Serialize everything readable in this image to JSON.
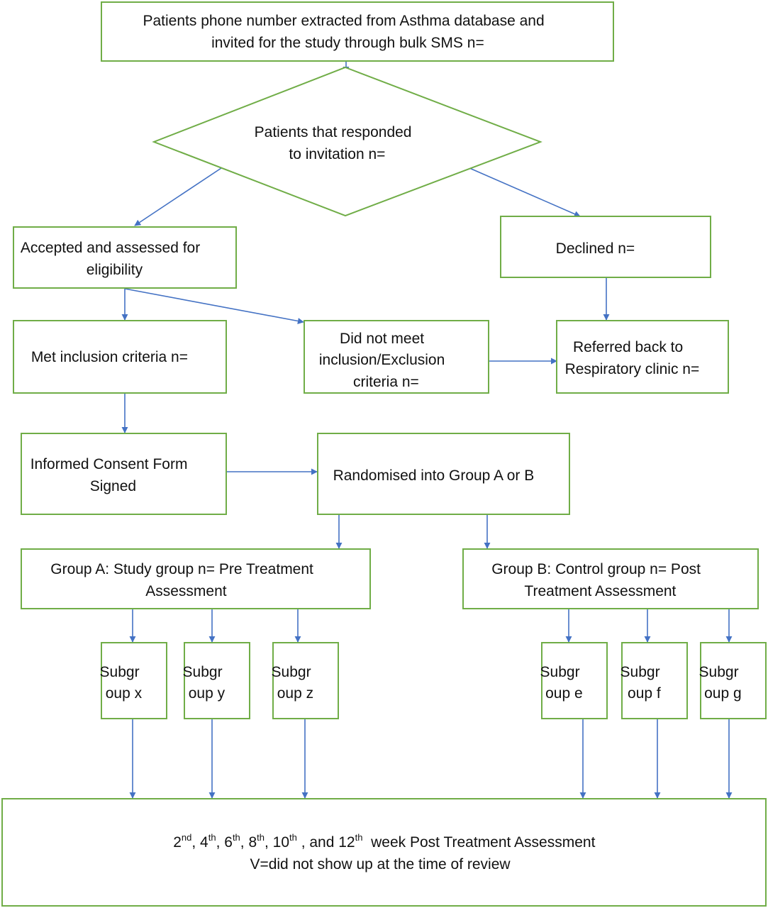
{
  "colors": {
    "box_border": "#70ad47",
    "arrow": "#4472c4",
    "text": "#111111",
    "background": "#ffffff"
  },
  "nodes": {
    "invite": {
      "lines": [
        "Patients phone number extracted from Asthma database and",
        "invited for the study through bulk SMS n="
      ]
    },
    "responded": {
      "lines": [
        "Patients that responded",
        "to invitation n="
      ]
    },
    "accepted": {
      "lines": [
        "Accepted and assessed for",
        "eligibility"
      ]
    },
    "declined": {
      "lines": [
        "Declined n="
      ]
    },
    "met": {
      "lines": [
        "Met inclusion criteria n="
      ]
    },
    "not_met": {
      "lines": [
        "Did not meet",
        "inclusion/Exclusion",
        "criteria n="
      ]
    },
    "referred": {
      "lines": [
        "Referred back to",
        "Respiratory clinic n="
      ]
    },
    "consent": {
      "lines": [
        "Informed Consent Form",
        "Signed"
      ]
    },
    "randomised": {
      "lines": [
        "Randomised into Group A or B"
      ]
    },
    "group_a": {
      "lines": [
        "Group A: Study group n= Pre Treatment",
        "Assessment"
      ]
    },
    "group_b": {
      "lines": [
        "Group B: Control group n= Post",
        "Treatment Assessment"
      ]
    },
    "sub_x": {
      "lines": [
        "Subgr",
        "oup x"
      ]
    },
    "sub_y": {
      "lines": [
        "Subgr",
        "oup y"
      ]
    },
    "sub_z": {
      "lines": [
        "Subgr",
        "oup z"
      ]
    },
    "sub_e": {
      "lines": [
        "Subgr",
        "oup e"
      ]
    },
    "sub_f": {
      "lines": [
        "Subgr",
        "oup f"
      ]
    },
    "sub_g": {
      "lines": [
        "Subgr",
        "oup g"
      ]
    },
    "final": {
      "weeks": [
        {
          "num": "2",
          "sup": "nd",
          "after": ", "
        },
        {
          "num": "4",
          "sup": "th",
          "after": ", "
        },
        {
          "num": "6",
          "sup": "th",
          "after": ", "
        },
        {
          "num": "8",
          "sup": "th",
          "after": ", "
        },
        {
          "num": "10",
          "sup": "th",
          "after": " , and "
        },
        {
          "num": "12",
          "sup": "th",
          "after": "  week Post Treatment Assessment"
        }
      ],
      "line2": "V=did not show up at the time of review"
    }
  }
}
